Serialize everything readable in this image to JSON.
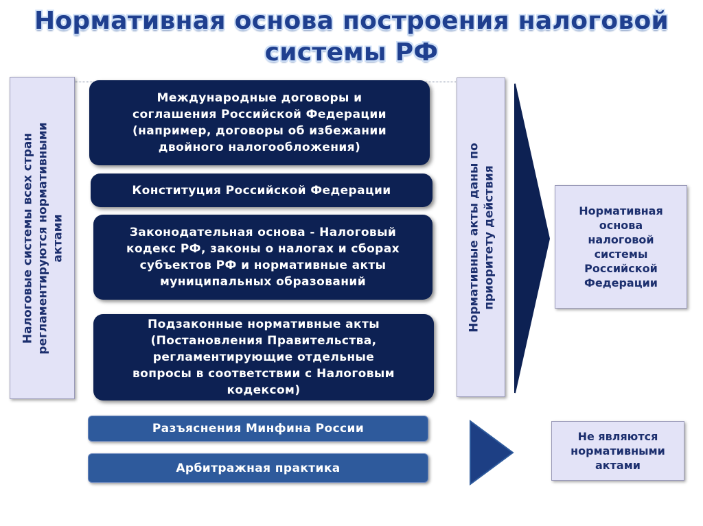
{
  "title": {
    "line1": "Нормативная основа построения налоговой",
    "line2": "системы РФ"
  },
  "left_label": {
    "line1": "Налоговые системы всех стран",
    "line2": "регламентируются нормативными",
    "line3": "актами"
  },
  "priority_label": {
    "line1": "Нормативные акты даны по",
    "line2": "приоритету действия"
  },
  "normative_acts": [
    "Международные договоры и\nсоглашения Российской Федерации\n(например, договоры об избежании\nдвойного налогообложения)",
    "Конституция Российской Федерации",
    "Законодательная основа - Налоговый\nкодекс РФ, законы о налогах и сборах\nсубъектов РФ и нормативные акты\nмуниципальных образований",
    "Подзаконные нормативные акты\n(Постановления Правительства,\nрегламентирующие отдельные\nвопросы в соответствии с Налоговым\nкодексом)"
  ],
  "non_normative": [
    "Разъяснения Минфина России",
    "Арбитражная практика"
  ],
  "result_normative": "Нормативная\nоснова\nналоговой\nсистемы\nРоссийской\nФедерации",
  "result_non_normative": "Не являются\nнормативными\nактами",
  "colors": {
    "title": "#1f3f8f",
    "dark_box": "#0d2153",
    "medium_box": "#2e5a9c",
    "light_box": "#e3e3f7",
    "text_dark": "#1c2f6e"
  }
}
